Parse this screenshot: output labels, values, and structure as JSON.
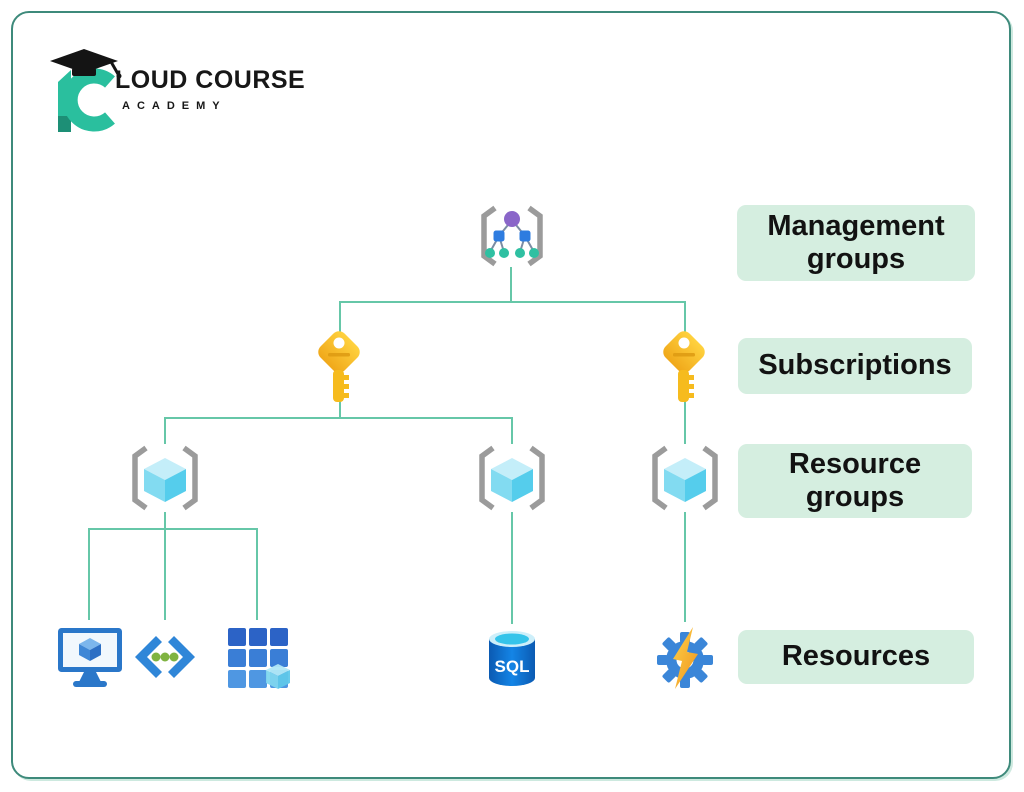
{
  "logo": {
    "glyph": "C",
    "title": "LOUD COURSE",
    "subtitle": "ACADEMY"
  },
  "diagram": {
    "title_implicit": "Azure management hierarchy",
    "levels": [
      {
        "id": "management-groups",
        "label": "Management groups"
      },
      {
        "id": "subscriptions",
        "label": "Subscriptions"
      },
      {
        "id": "resource-groups",
        "label": "Resource groups"
      },
      {
        "id": "resources",
        "label": "Resources"
      }
    ],
    "structure": {
      "management_group_children": [
        "subscription-left",
        "subscription-right"
      ],
      "subscription_left_children": [
        "resource-group-1",
        "resource-group-2"
      ],
      "subscription_right_children": [
        "resource-group-3"
      ],
      "resource_group_1_children": [
        "virtual-machine",
        "api-app",
        "grid-service"
      ],
      "resource_group_2_children": [
        "sql-database"
      ],
      "resource_group_3_children": [
        "automation-gear"
      ]
    }
  },
  "sql_label": "SQL",
  "icons": {
    "management_group": "brackets-with-network-tree",
    "subscription": "yellow-key",
    "resource_group": "brackets-with-cube",
    "virtual_machine": "monitor-with-cube",
    "api_app": "angle-brackets-with-dots",
    "grid_service": "blue-grid-with-cube",
    "sql_database": "blue-cylinder-sql",
    "automation": "gear-with-lightning"
  },
  "colors": {
    "frame_border": "#3e8a7b",
    "connector_line": "#66c7a8",
    "label_background": "#d5eee0",
    "label_text": "#121212",
    "brand_teal": "#2abf9e",
    "key_yellow": "#f6bb1e",
    "cube_cyan": "#55cdec",
    "bracket_gray": "#9b9b9b"
  }
}
